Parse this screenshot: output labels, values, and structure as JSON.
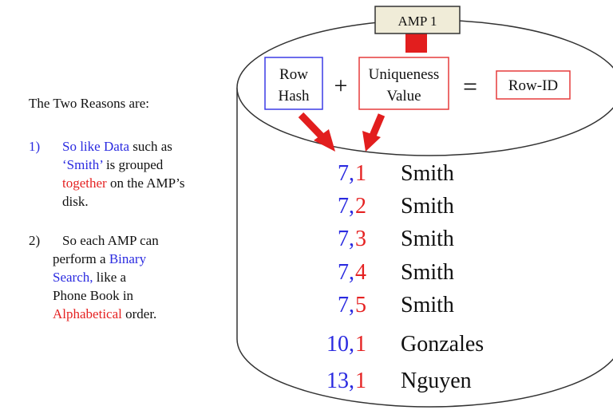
{
  "heading": "The Two Reasons are:",
  "reason1": {
    "number": "1)",
    "line1_a": "So like Data",
    "line1_b": " such as",
    "line2_a": "‘Smith’",
    "line2_b": " is grouped",
    "line3_a": "together",
    "line3_b": " on the AMP’s",
    "line4": "disk."
  },
  "reason2": {
    "number": "2)",
    "line1": "So each AMP can",
    "line2_a": "perform a ",
    "line2_b": "Binary",
    "line3_a": "Search,",
    "line3_b": " like a",
    "line4": "Phone Book in",
    "line5_a": "Alphabetical",
    "line5_b": " order."
  },
  "amp_label": "AMP 1",
  "formula": {
    "row_hash_line1": "Row",
    "row_hash_line2": "Hash",
    "plus": "+",
    "uniqueness_line1": "Uniqueness",
    "uniqueness_line2": "Value",
    "equals": "=",
    "row_id": "Row-ID"
  },
  "rows": [
    {
      "hash": "7",
      "sep": ",",
      "uniq": "1",
      "name": "Smith"
    },
    {
      "hash": "7",
      "sep": ",",
      "uniq": "2",
      "name": "Smith"
    },
    {
      "hash": "7",
      "sep": ",",
      "uniq": "3",
      "name": "Smith"
    },
    {
      "hash": "7",
      "sep": ",",
      "uniq": "4",
      "name": "Smith"
    },
    {
      "hash": "7",
      "sep": ",",
      "uniq": "5",
      "name": "Smith"
    },
    {
      "hash": "10",
      "sep": ",",
      "uniq": "1",
      "name": "Gonzales"
    },
    {
      "hash": "13",
      "sep": ",",
      "uniq": "1",
      "name": "Nguyen"
    }
  ],
  "colors": {
    "hash_blue": "#2a2ae0",
    "uniq_red": "#e52222",
    "row_hash_box": "#3b3be6",
    "uniq_box": "#e63b3b",
    "amp_box_fill": "#f0ecd8",
    "arrow_red": "#e21e1e"
  }
}
